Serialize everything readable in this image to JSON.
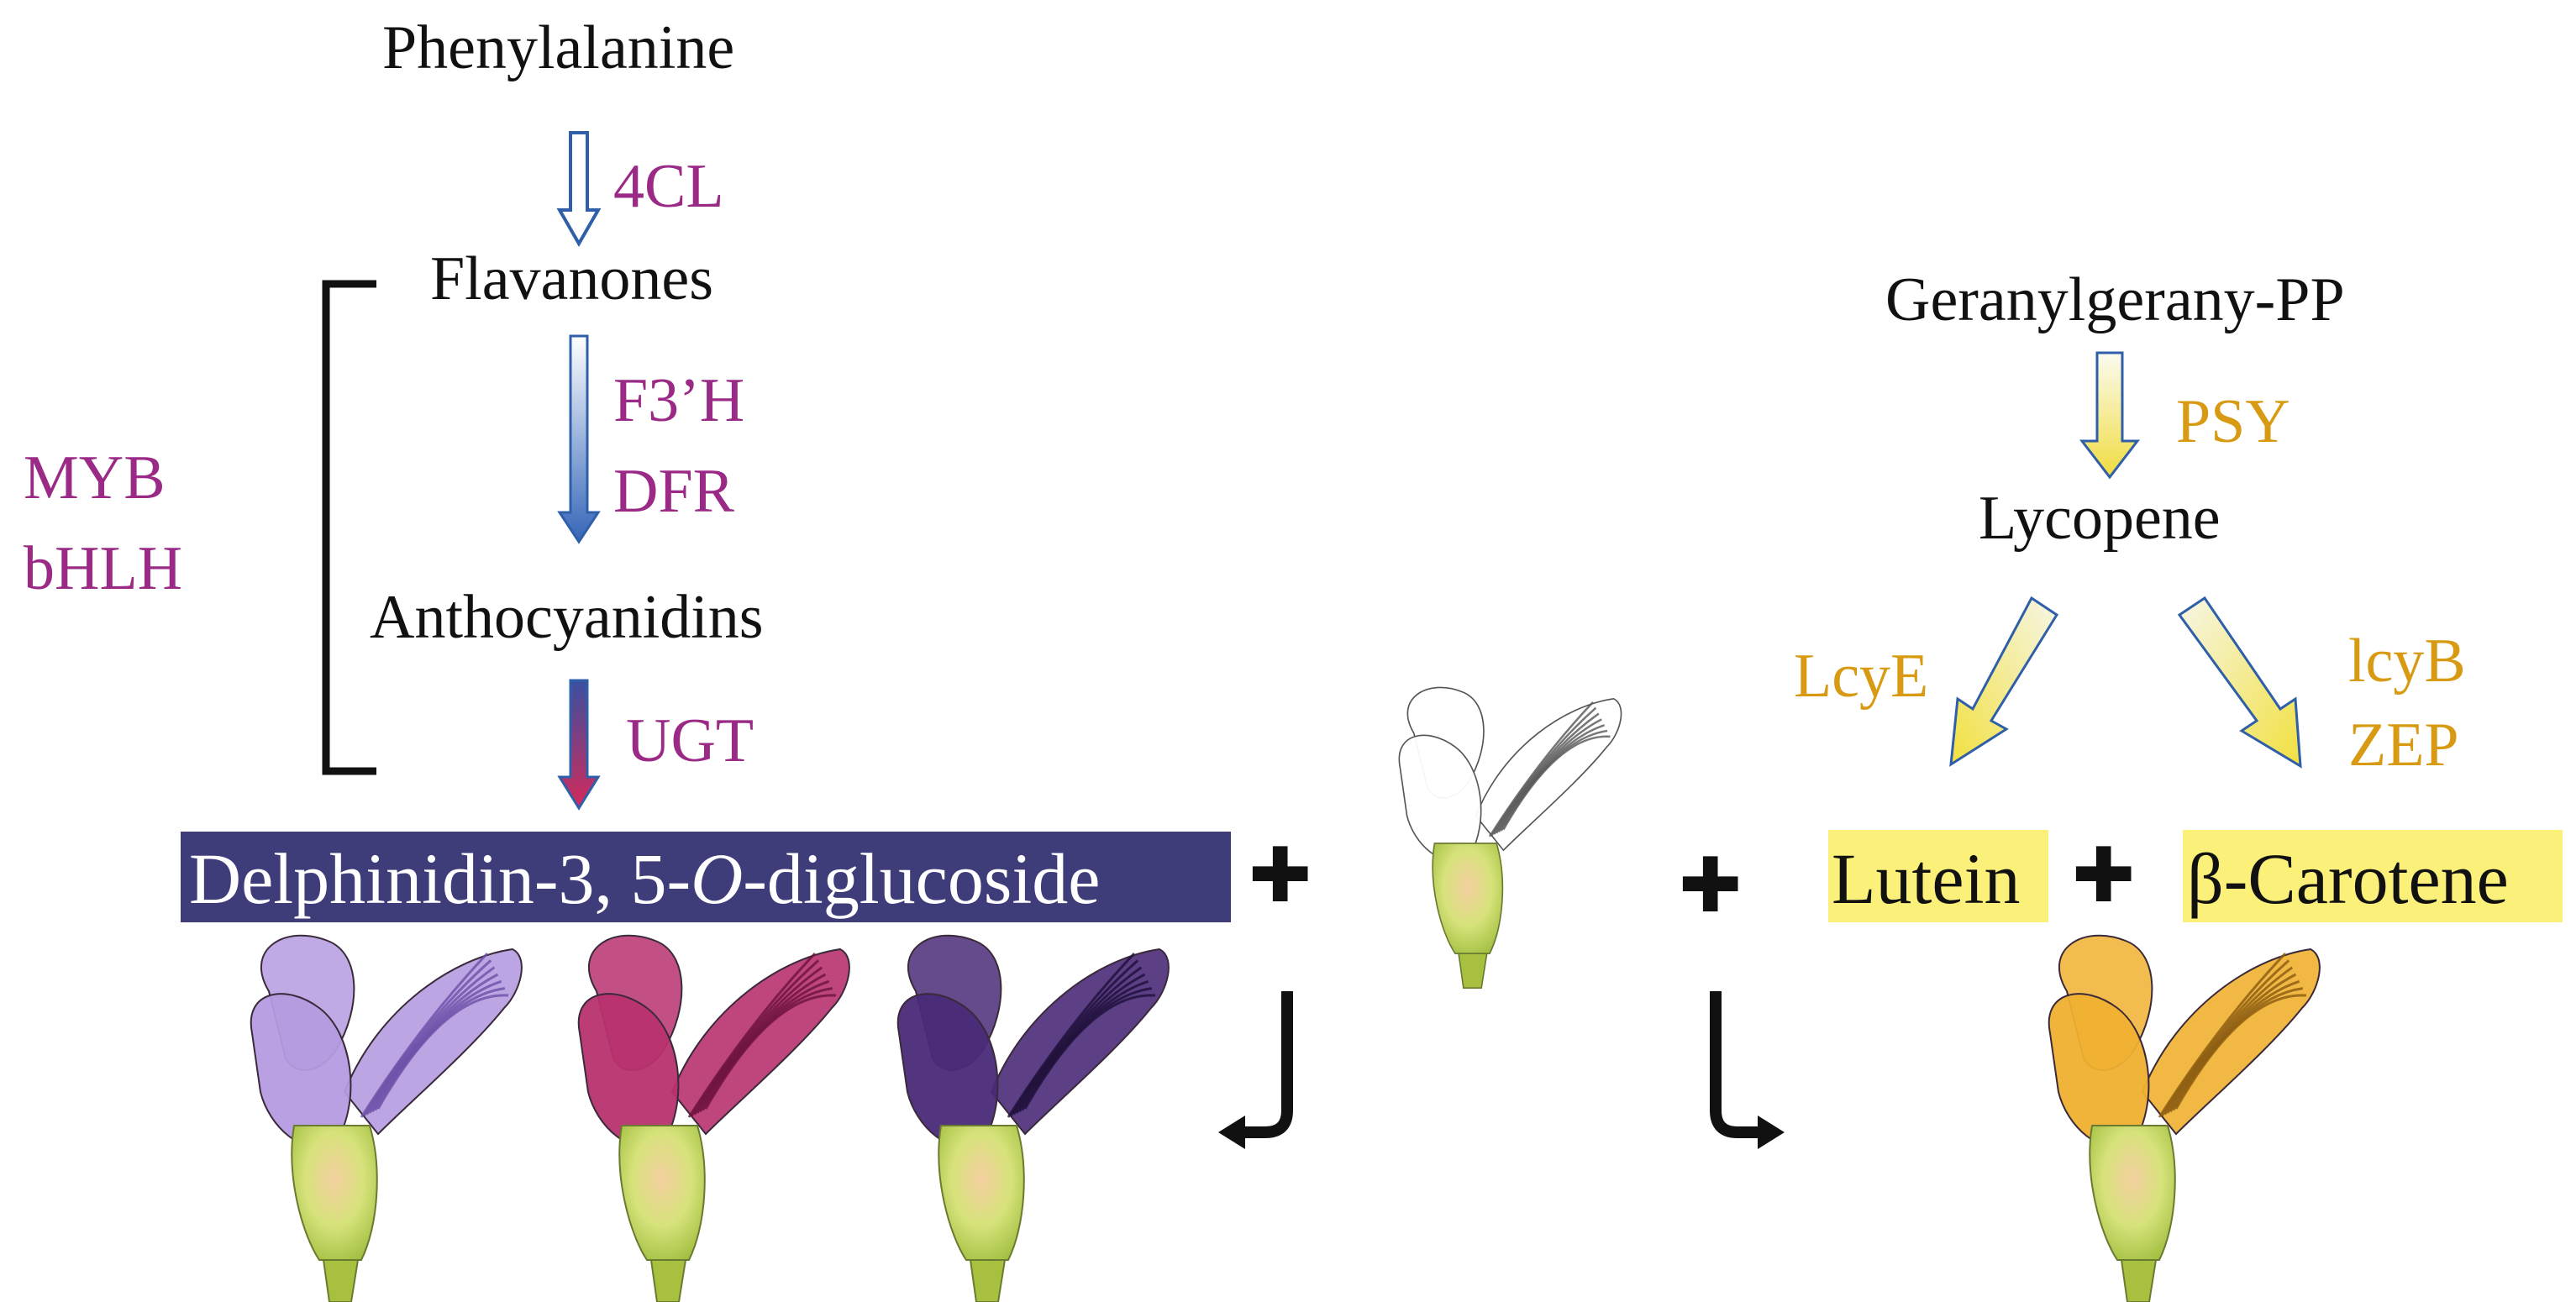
{
  "compounds": {
    "phenylalanine": "Phenylalanine",
    "flavanones": "Flavanones",
    "anthocyanidins": "Anthocyanidins",
    "delphinidin_main": "Delphinidin-3, 5-",
    "delphinidin_italic": "O",
    "delphinidin_tail": "-diglucoside",
    "ggpp": "Geranylgerany-PP",
    "lycopene": "Lycopene",
    "lutein": "Lutein",
    "carotene": "β-Carotene"
  },
  "enzymes": {
    "4cl": "4CL",
    "f3h": "F3’H",
    "dfr": "DFR",
    "ugt": "UGT",
    "psy": "PSY",
    "lcye": "LcyE",
    "lcyb": "lcyB",
    "zep": "ZEP"
  },
  "regulators": {
    "myb": "MYB",
    "bhlh": "bHLH"
  },
  "symbols": {
    "plus": "✚"
  },
  "colors": {
    "anthocyanin_enzyme": "#9b2a86",
    "carotenoid_enzyme": "#d79a12",
    "delphinidin_bg": "#3f3c7a",
    "carotenoid_highlight": "#fbf07a",
    "arrow_outline": "#2f5fa8",
    "arrow_gold": "#f2e04a"
  },
  "flowers": [
    {
      "name": "light-purple-flower",
      "petal": "#b49be0",
      "vein": "#6c4fa6"
    },
    {
      "name": "magenta-flower",
      "petal": "#b8316f",
      "vein": "#6b123d"
    },
    {
      "name": "dark-violet-flower",
      "petal": "#4a2a78",
      "vein": "#1e1038"
    },
    {
      "name": "white-flower",
      "petal": "#ffffff",
      "vein": "#555555"
    },
    {
      "name": "yellow-orange-flower",
      "petal": "#f0b030",
      "vein": "#8a5a10"
    }
  ]
}
